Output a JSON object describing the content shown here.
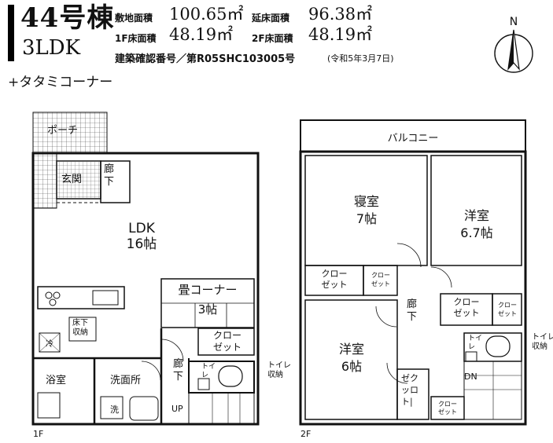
{
  "header": {
    "building_name": "44号棟",
    "layout_type": "3LDK",
    "note": "+タタミコーナー",
    "site_area_label": "敷地面積",
    "site_area_value": "100.65㎡",
    "total_floor_label": "延床面積",
    "total_floor_value": "96.38㎡",
    "f1_label": "1F床面積",
    "f1_value": "48.19㎡",
    "f2_label": "2F床面積",
    "f2_value": "48.19㎡",
    "permit": "建築確認番号／第R05SHC103005号",
    "permit_date": "(令和5年3月7日)"
  },
  "compass": {
    "label": "N"
  },
  "floor1": {
    "label": "1F",
    "porch": "ポーチ",
    "entrance": "玄関",
    "hall1": "廊\n下",
    "ldk_name": "LDK",
    "ldk_size": "16帖",
    "tatami_name": "畳コーナー",
    "tatami_size": "3帖",
    "closet": "クロー\nゼット",
    "underfloor": "床下\n収納",
    "fridge": "冷",
    "bath": "浴室",
    "washroom": "洗面所",
    "washer": "洗",
    "hall2": "廊\n下",
    "toilet": "トイ\nレ",
    "toilet_storage": "トイレ\n収納",
    "stairs_up": "UP"
  },
  "floor2": {
    "label": "2F",
    "balcony": "バルコニー",
    "bedroom_name": "寝室",
    "bedroom_size": "7帖",
    "western1_name": "洋室",
    "western1_size": "6.7帖",
    "closet_a": "クロー\nゼット",
    "closet_b": "クロー\nゼット",
    "closet_c": "クロー\nゼット",
    "closet_d": "クロー\nゼット",
    "hall": "廊\n下",
    "western2_name": "洋室",
    "western2_size": "6帖",
    "closet_e": "ゼク\nッロ\nト|",
    "closet_f": "クロー\nゼット",
    "toilet": "トイ\nレ",
    "toilet_storage": "トイレ\n収納",
    "stairs_down": "DN"
  }
}
